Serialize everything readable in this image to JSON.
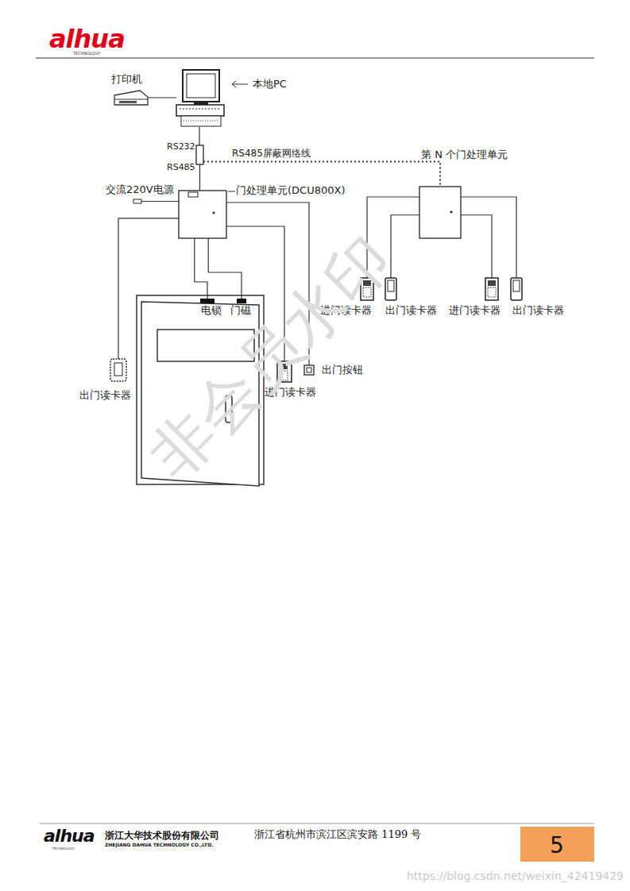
{
  "diagram": {
    "nodes": [
      {
        "text": [
          "打印机"
        ]
      },
      {
        "text": [
          "本地PC"
        ]
      },
      {
        "text": [
          "RS232",
          "RS485"
        ]
      },
      {
        "text": [
          "交流220V电源"
        ]
      },
      {
        "text": [
          "门处理单元(DCU800X)"
        ]
      },
      {
        "text": [
          "第 N 个门处理单元"
        ]
      },
      {
        "text": [
          "电锁"
        ]
      },
      {
        "text": [
          "门磁"
        ]
      },
      {
        "text": [
          "出门读卡器"
        ]
      },
      {
        "text": [
          "进门读卡器"
        ]
      },
      {
        "text": [
          "出门按钮"
        ]
      },
      {
        "text": [
          "进门读卡器"
        ]
      },
      {
        "text": [
          "出门读卡器"
        ]
      },
      {
        "text": [
          "进门读卡器"
        ]
      },
      {
        "text": [
          "出门读卡器"
        ]
      }
    ],
    "edges": [
      {
        "from": 0,
        "to": 1,
        "arrow": "none"
      },
      {
        "from": 1,
        "to": 2,
        "arrow": "none"
      },
      {
        "from": 2,
        "to": 4,
        "arrow": "none"
      },
      {
        "from": 2,
        "to": 5,
        "label": "RS485屏蔽网络线",
        "arrow": "none"
      },
      {
        "from": 3,
        "to": 4,
        "arrow": "none"
      },
      {
        "from": 4,
        "to": 8,
        "arrow": "none"
      },
      {
        "from": 4,
        "to": 6,
        "arrow": "none"
      },
      {
        "from": 4,
        "to": 7,
        "arrow": "none"
      },
      {
        "from": 4,
        "to": 9,
        "arrow": "none"
      },
      {
        "from": 4,
        "to": 10,
        "arrow": "none"
      },
      {
        "from": 5,
        "to": 11,
        "arrow": "none"
      },
      {
        "from": 5,
        "to": 12,
        "arrow": "none"
      },
      {
        "from": 5,
        "to": 13,
        "arrow": "none"
      },
      {
        "from": 5,
        "to": 14,
        "arrow": "none"
      }
    ],
    "labels": [
      "alhua",
      "TECHNOLOGY",
      "非会员水印",
      "alhua",
      "TECHNOLOGY",
      "浙江大华技术股份有限公司",
      "ZHEJIANG DAHUA TECHNOLOGY CO.,LTD.",
      "浙江省杭州市滨江区滨安路 1199 号",
      "5",
      "https://blog.csdn.net/weixin_42419429"
    ]
  }
}
